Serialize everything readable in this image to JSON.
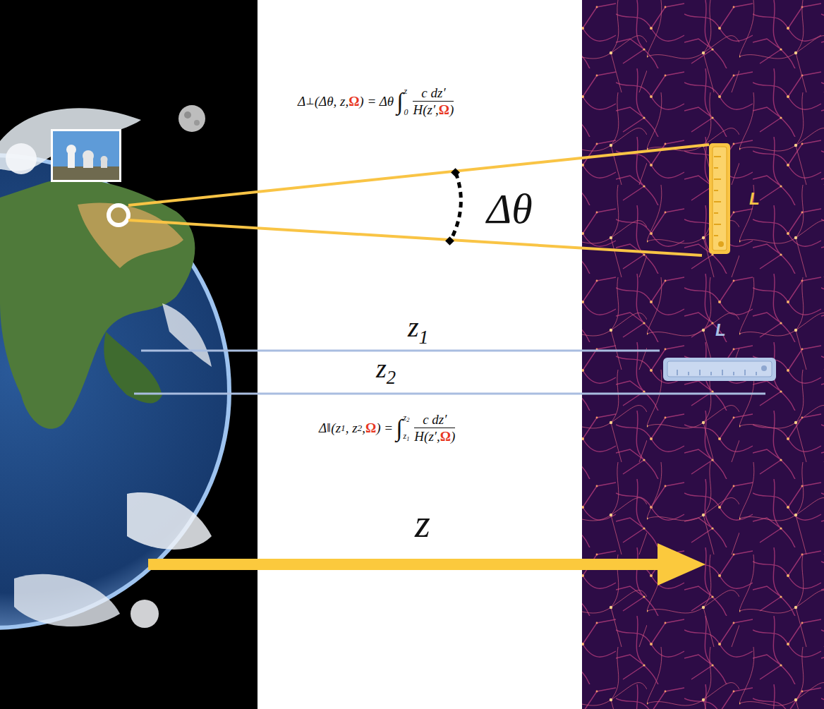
{
  "diagram": {
    "labels": [
      "Δ",
      "⊥",
      "(Δθ, z, ",
      "Ω",
      ") = Δθ",
      "∫",
      "z",
      "0",
      "c dz′",
      "H(z′, ",
      "Ω",
      ")",
      "Δ",
      "∥",
      "(z",
      "1",
      ", z",
      "2",
      ", ",
      "Ω",
      ") = ",
      "∫",
      "z",
      "2",
      "z",
      "1",
      "c dz′",
      "H(z′, ",
      "Ω",
      ")",
      "Δθ",
      "L",
      "L",
      "z",
      "1",
      "z",
      "2",
      "z"
    ]
  }
}
